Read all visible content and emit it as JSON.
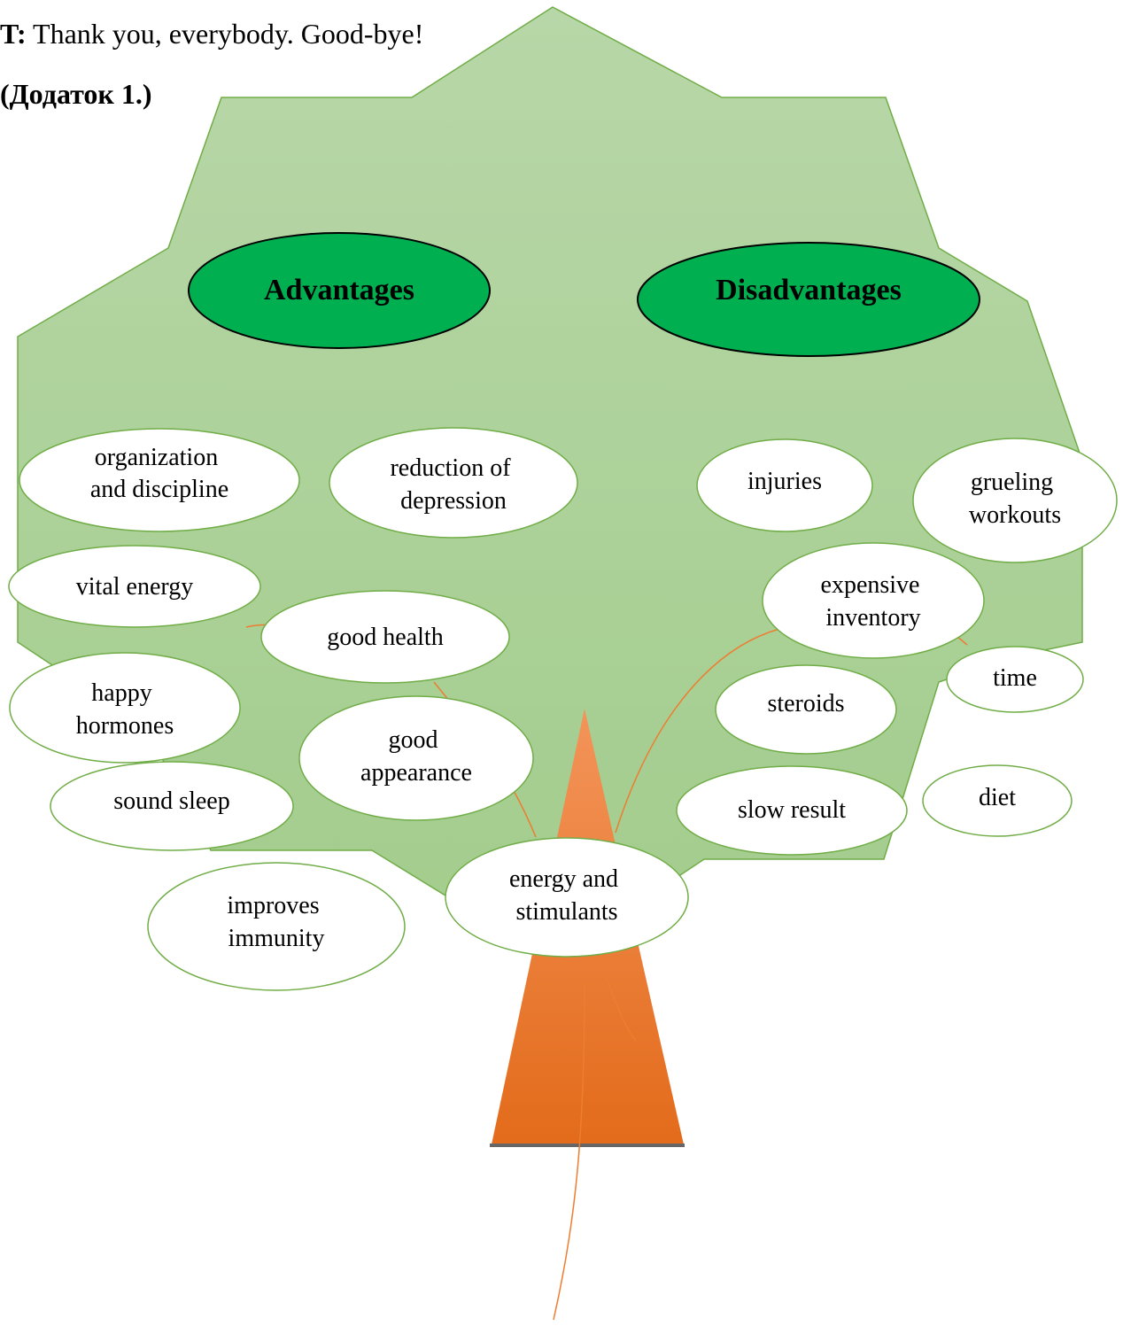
{
  "document": {
    "speaker": "T:",
    "closing_line": "Thank you, everybody. Good-bye!",
    "appendix_label": "(Додаток 1.)"
  },
  "diagram": {
    "colors": {
      "crown_top": "#b8d7a8",
      "crown_bottom": "#a2cc8c",
      "crown_outline": "#70ad47",
      "trunk_top": "#f3945a",
      "trunk_bottom": "#e36b1b",
      "trunk_base": "#666666",
      "header_fill": "#00b050",
      "header_outline": "#000000",
      "node_fill": "#ffffff",
      "node_outline": "#70ad47",
      "connector": "#ed7d31"
    },
    "headers": {
      "advantages": "Advantages",
      "disadvantages": "Disadvantages"
    },
    "advantages": {
      "organization": [
        "organization",
        "and discipline"
      ],
      "reduction_of_depression": [
        "reduction of",
        "depression"
      ],
      "vital_energy": [
        "vital energy"
      ],
      "good_health": [
        "good health"
      ],
      "happy_hormones": [
        "happy",
        "hormones"
      ],
      "good_appearance": [
        "good",
        "appearance"
      ],
      "sound_sleep": [
        "sound sleep"
      ],
      "improves_immunity": [
        "improves",
        "immunity"
      ],
      "energy_and_stimulants": [
        "energy and",
        "stimulants"
      ]
    },
    "disadvantages": {
      "injuries": [
        "injuries"
      ],
      "grueling_workouts": [
        "grueling",
        "workouts"
      ],
      "expensive_inventory": [
        "expensive",
        "inventory"
      ],
      "time": [
        "time"
      ],
      "steroids": [
        "steroids"
      ],
      "slow_result": [
        "slow result"
      ],
      "diet": [
        "diet"
      ]
    }
  }
}
